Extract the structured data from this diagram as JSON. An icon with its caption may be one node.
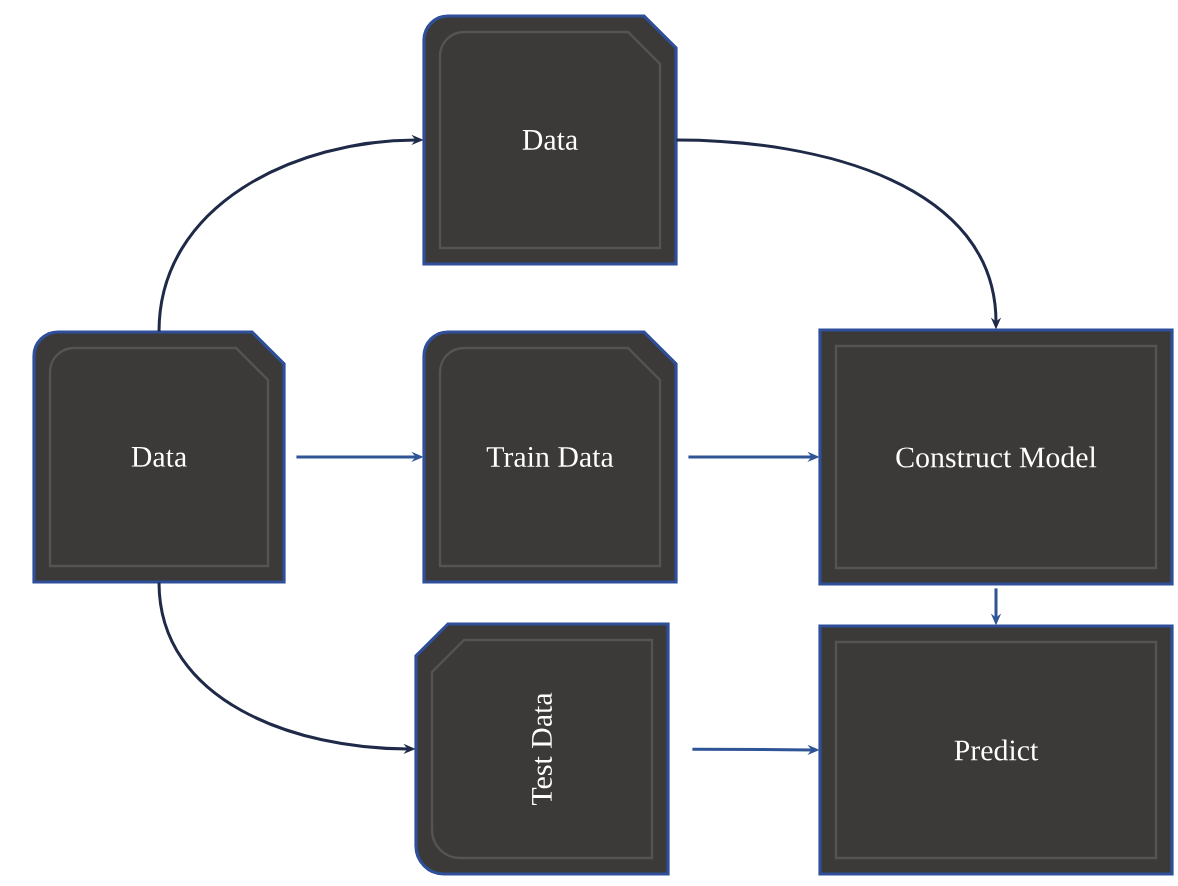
{
  "diagram": {
    "nodes": [
      {
        "text": [
          "Data"
        ]
      },
      {
        "text": [
          "Data"
        ]
      },
      {
        "text": [
          "Train Data"
        ]
      },
      {
        "text": [
          "Test Data"
        ]
      },
      {
        "text": [
          "Construct Model"
        ]
      },
      {
        "text": [
          "Predict"
        ]
      }
    ],
    "edges": [
      {
        "from": 0,
        "to": 1,
        "arrow": "to",
        "color": "#1f2a48"
      },
      {
        "from": 1,
        "to": 4,
        "arrow": "to",
        "color": "#1f2a48"
      },
      {
        "from": 0,
        "to": 2,
        "arrow": "to"
      },
      {
        "from": 2,
        "to": 4,
        "arrow": "to"
      },
      {
        "from": 4,
        "to": 5,
        "arrow": "to"
      },
      {
        "from": 0,
        "to": 3,
        "arrow": "to",
        "color": "#1f2a48"
      },
      {
        "from": 3,
        "to": 5,
        "arrow": "to"
      }
    ]
  }
}
